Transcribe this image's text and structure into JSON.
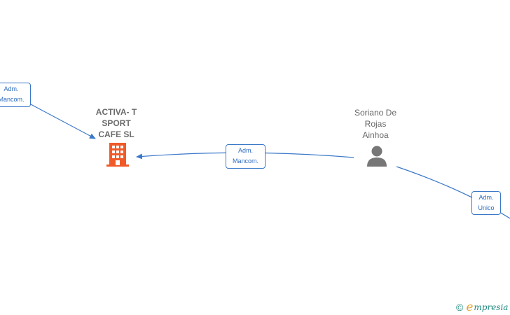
{
  "nodes": {
    "company": {
      "name": "ACTIVA- T\nSPORT\nCAFE  SL",
      "icon": "building-icon",
      "color": "#f05a28"
    },
    "person": {
      "name": "Soriano De\nRojas\nAinhoa",
      "icon": "person-icon",
      "color": "#777777"
    }
  },
  "edges": [
    {
      "label": "Adm.\nMancom."
    },
    {
      "label": "Adm.\nMancom."
    },
    {
      "label": "Adm.\nUnico"
    }
  ],
  "footer": {
    "copyright": "©",
    "brand_initial": "e",
    "brand_rest": "mpresia"
  },
  "colors": {
    "edge": "#3a78c8",
    "edge_label_text": "#2d6cc0"
  }
}
